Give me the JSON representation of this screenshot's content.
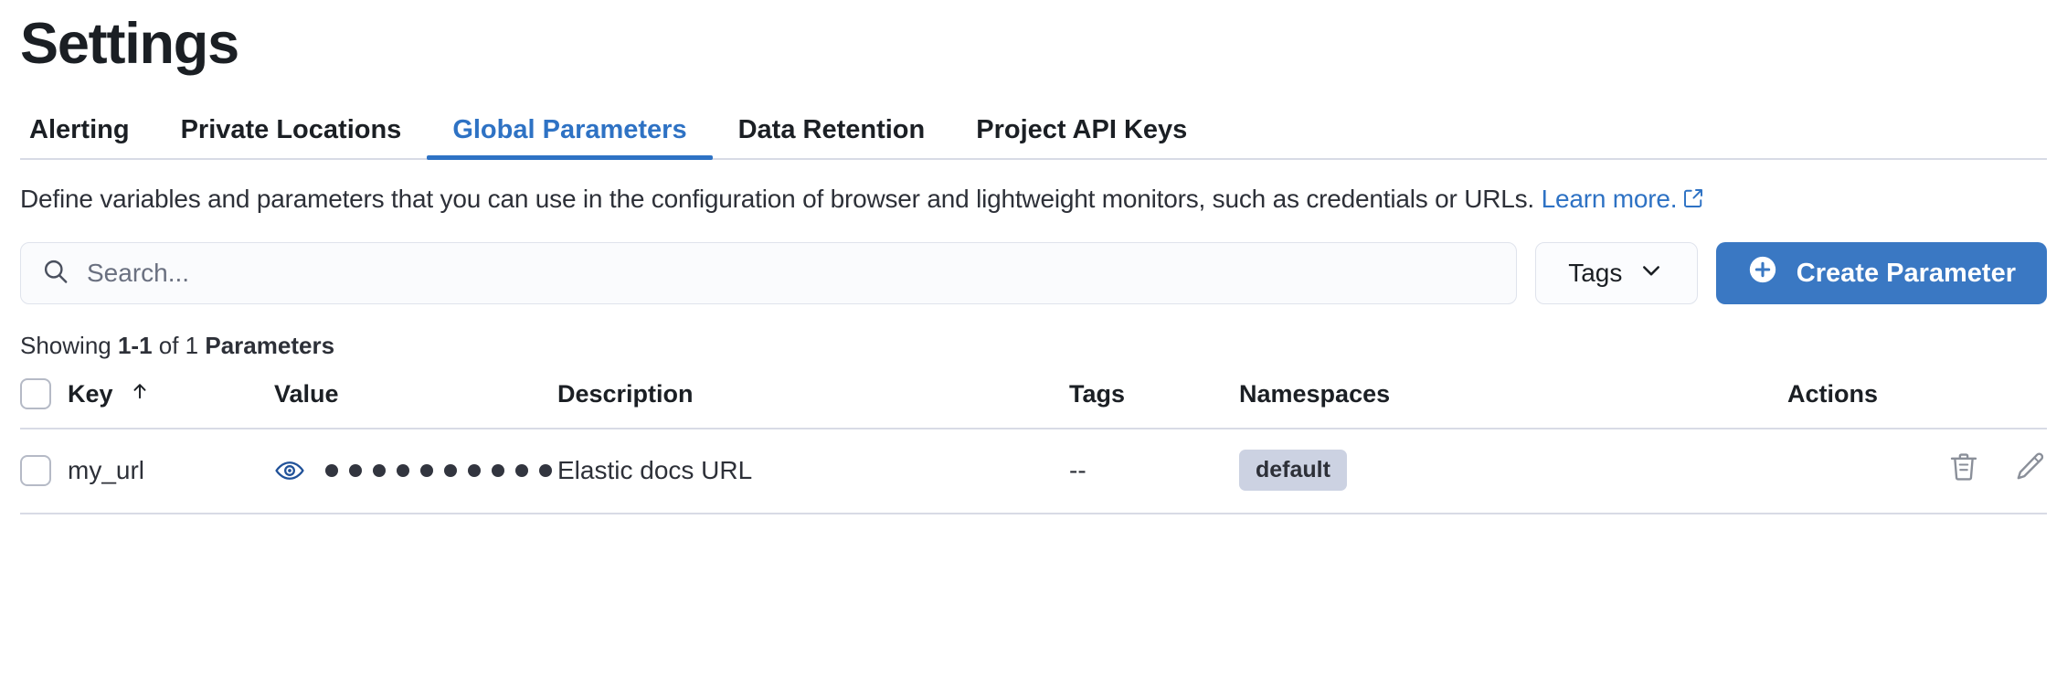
{
  "page": {
    "title": "Settings"
  },
  "tabs": [
    {
      "label": "Alerting",
      "active": false
    },
    {
      "label": "Private Locations",
      "active": false
    },
    {
      "label": "Global Parameters",
      "active": true
    },
    {
      "label": "Data Retention",
      "active": false
    },
    {
      "label": "Project API Keys",
      "active": false
    }
  ],
  "description": {
    "text": "Define variables and parameters that you can use in the configuration of browser and lightweight monitors, such as credentials or URLs.",
    "link_text": "Learn more.",
    "link_icon": "external-link-icon"
  },
  "toolbar": {
    "search_placeholder": "Search...",
    "search_value": "",
    "search_icon": "search-icon",
    "tags_label": "Tags",
    "tags_chevron_icon": "chevron-down-icon",
    "create_label": "Create Parameter",
    "create_icon": "plus-circle-icon"
  },
  "results": {
    "prefix": "Showing ",
    "range": "1-1",
    "middle": " of 1 ",
    "entity": "Parameters"
  },
  "table": {
    "columns": [
      {
        "key": "select",
        "label": ""
      },
      {
        "key": "key",
        "label": "Key",
        "sorted": "asc",
        "sort_icon": "arrow-up-icon"
      },
      {
        "key": "value",
        "label": "Value"
      },
      {
        "key": "description",
        "label": "Description"
      },
      {
        "key": "tags",
        "label": "Tags"
      },
      {
        "key": "namespaces",
        "label": "Namespaces"
      },
      {
        "key": "actions",
        "label": "Actions"
      }
    ],
    "rows": [
      {
        "selected": false,
        "key": "my_url",
        "value_masked": true,
        "value_dots": 10,
        "value_toggle_icon": "eye-icon",
        "description": "Elastic docs URL",
        "tags": "--",
        "namespace": "default",
        "actions": [
          {
            "name": "delete-icon",
            "label": "Delete"
          },
          {
            "name": "edit-icon",
            "label": "Edit"
          }
        ]
      }
    ]
  },
  "colors": {
    "accent": "#2e72c4",
    "button_primary": "#3a78c3",
    "text": "#1b1f24",
    "border": "#d8dbe5",
    "badge_bg": "#ccd2e2",
    "eye_icon": "#215299",
    "action_icon": "#8a8f99"
  }
}
